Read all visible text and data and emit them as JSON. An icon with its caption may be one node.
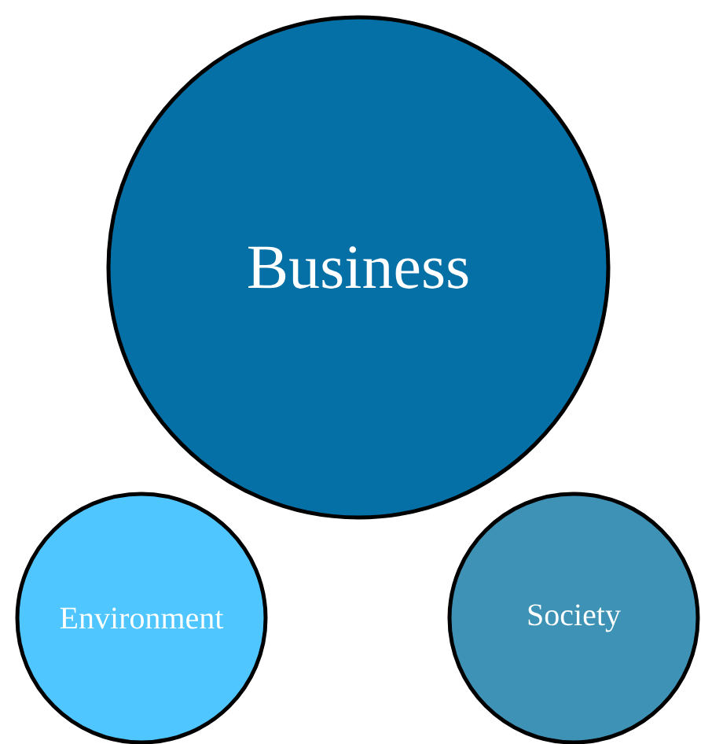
{
  "diagram": {
    "nodes": [
      {
        "text": [
          "Business"
        ]
      },
      {
        "text": [
          "Environment"
        ]
      },
      {
        "text": [
          "Society"
        ]
      }
    ],
    "edges": []
  }
}
